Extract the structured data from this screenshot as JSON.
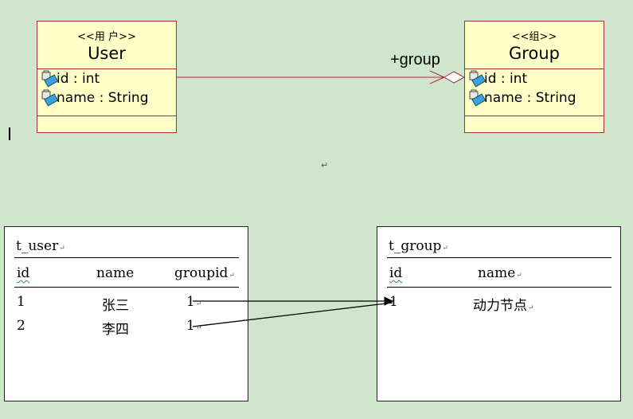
{
  "uml": {
    "user_class": {
      "stereotype": "<<用 户>>",
      "name": "User",
      "attributes": [
        "id : int",
        "name : String"
      ]
    },
    "group_class": {
      "stereotype": "<<组>>",
      "name": "Group",
      "attributes": [
        "id : int",
        "name : String"
      ]
    },
    "association_label": "+group"
  },
  "tables": {
    "t_user": {
      "title": "t_user",
      "headers": [
        "id",
        "name",
        "groupid"
      ],
      "rows": [
        [
          "1",
          "张三",
          "1"
        ],
        [
          "2",
          "李四",
          "1"
        ]
      ]
    },
    "t_group": {
      "title": "t_group",
      "headers": [
        "id",
        "name"
      ],
      "rows": [
        [
          "1",
          "动力节点"
        ]
      ]
    }
  },
  "marks": {
    "paragraph": "↵"
  },
  "colors": {
    "background": "#cfe6cc",
    "class_fill": "#ffffc8",
    "class_border": "#a8303c"
  }
}
